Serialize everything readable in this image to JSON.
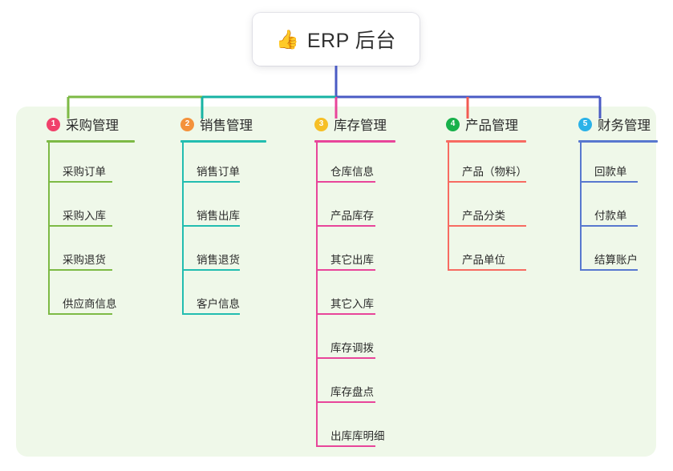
{
  "diagram": {
    "title": "ERP 后台",
    "type": "org-tree",
    "root": {
      "emoji": "👍",
      "emoji_name": "thumbs-up-emoji",
      "label": "ERP 后台",
      "stem_color": "#4a5bc4"
    },
    "panel_color": "#eff8e9",
    "background_color": "#ffffff",
    "bus": {
      "segments": [
        {
          "name": "bus-segment-green",
          "color": "#7dba45"
        },
        {
          "name": "bus-segment-teal",
          "color": "#17b3a3"
        },
        {
          "name": "bus-segment-blue",
          "color": "#4a5bc4"
        }
      ]
    },
    "columns": [
      {
        "index": "1",
        "badge_color": "#f0416b",
        "line_color": "#7dba45",
        "drop_color": "#7dba45",
        "title": "采购管理",
        "items": [
          "采购订单",
          "采购入库",
          "采购退货",
          "供应商信息"
        ]
      },
      {
        "index": "2",
        "badge_color": "#f4923c",
        "line_color": "#22bdb0",
        "drop_color": "#17b3a3",
        "title": "销售管理",
        "items": [
          "销售订单",
          "销售出库",
          "销售退货",
          "客户信息"
        ]
      },
      {
        "index": "3",
        "badge_color": "#f6bf26",
        "line_color": "#e8459a",
        "drop_color": "#e8459a",
        "title": "库存管理",
        "items": [
          "仓库信息",
          "产品库存",
          "其它出库",
          "其它入库",
          "库存调拨",
          "库存盘点",
          "出库库明细"
        ]
      },
      {
        "index": "4",
        "badge_color": "#18b14b",
        "line_color": "#f76b62",
        "drop_color": "#f35b52",
        "title": "产品管理",
        "items": [
          "产品（物料）",
          "产品分类",
          "产品单位"
        ]
      },
      {
        "index": "5",
        "badge_color": "#2bb2e8",
        "line_color": "#5878cf",
        "drop_color": "#4a5bc4",
        "title": "财务管理",
        "items": [
          "回款单",
          "付款单",
          "结算账户"
        ]
      }
    ]
  }
}
